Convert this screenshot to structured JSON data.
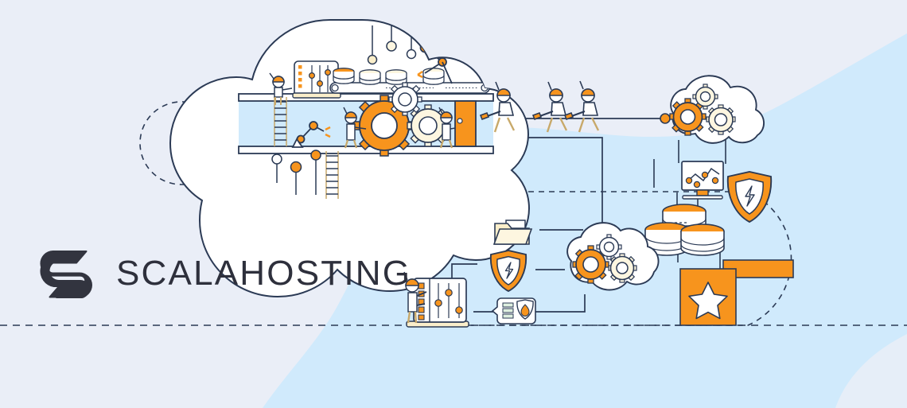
{
  "brand": {
    "name": "SCALAHOSTING",
    "logo_icon": "scalahosting-s-mark",
    "logo_color": "#32343f",
    "text_color": "#2e303c"
  },
  "palette": {
    "background_lavender": "#eaeef7",
    "background_blue": "#d0eafc",
    "accent_orange": "#f7941d",
    "accent_orange_dark": "#ef8300",
    "cream": "#faeeca",
    "cream_light": "#fdf6e0",
    "line_navy": "#2b3a55",
    "white": "#ffffff"
  },
  "illustration": {
    "title": "cloud-hosting-infrastructure-illustration",
    "dashed_track_left": {
      "name": "dashed-rounded-track-left",
      "color": "#2b3a55",
      "dash": "7 6"
    },
    "dashed_track_right": {
      "name": "dashed-rounded-track-right",
      "color": "#2b3a55",
      "dash": "7 6"
    },
    "factory_cloud": {
      "name": "cloud-factory",
      "label": "Cloud factory with conveyor, gears and workers",
      "elements": [
        "server-rack-panel",
        "conveyor-belt",
        "database-stack-conveyor",
        "robotic-arm-upper",
        "ladder-left",
        "ladder-center",
        "gear-large-orange",
        "gear-medium-cream",
        "gear-small-white",
        "worker-gear-left",
        "worker-gear-right",
        "worker-ladder-top",
        "robotic-arm-lower",
        "orange-door",
        "pin-dots"
      ]
    },
    "workers_rope": {
      "name": "workers-pulling-rope",
      "count": 3
    },
    "gear_cloud_top": {
      "name": "gear-cloud-top-right",
      "gears": 3
    },
    "gear_cloud_bottom": {
      "name": "gear-cloud-bottom-center",
      "gears": 3
    },
    "monitor_chart": {
      "name": "monitor-analytics-icon",
      "points": 4
    },
    "shield_right": {
      "name": "shield-lightning-icon-right"
    },
    "shield_center": {
      "name": "shield-lightning-icon-center"
    },
    "database_stack": {
      "name": "database-stack-icon",
      "count": 3
    },
    "star_folder": {
      "name": "star-folder-icon"
    },
    "folder_icon": {
      "name": "open-folder-icon"
    },
    "firewall_icon": {
      "name": "firewall-shield-icon"
    },
    "control_panel": {
      "name": "control-panel-with-operator",
      "sliders": 3
    }
  }
}
